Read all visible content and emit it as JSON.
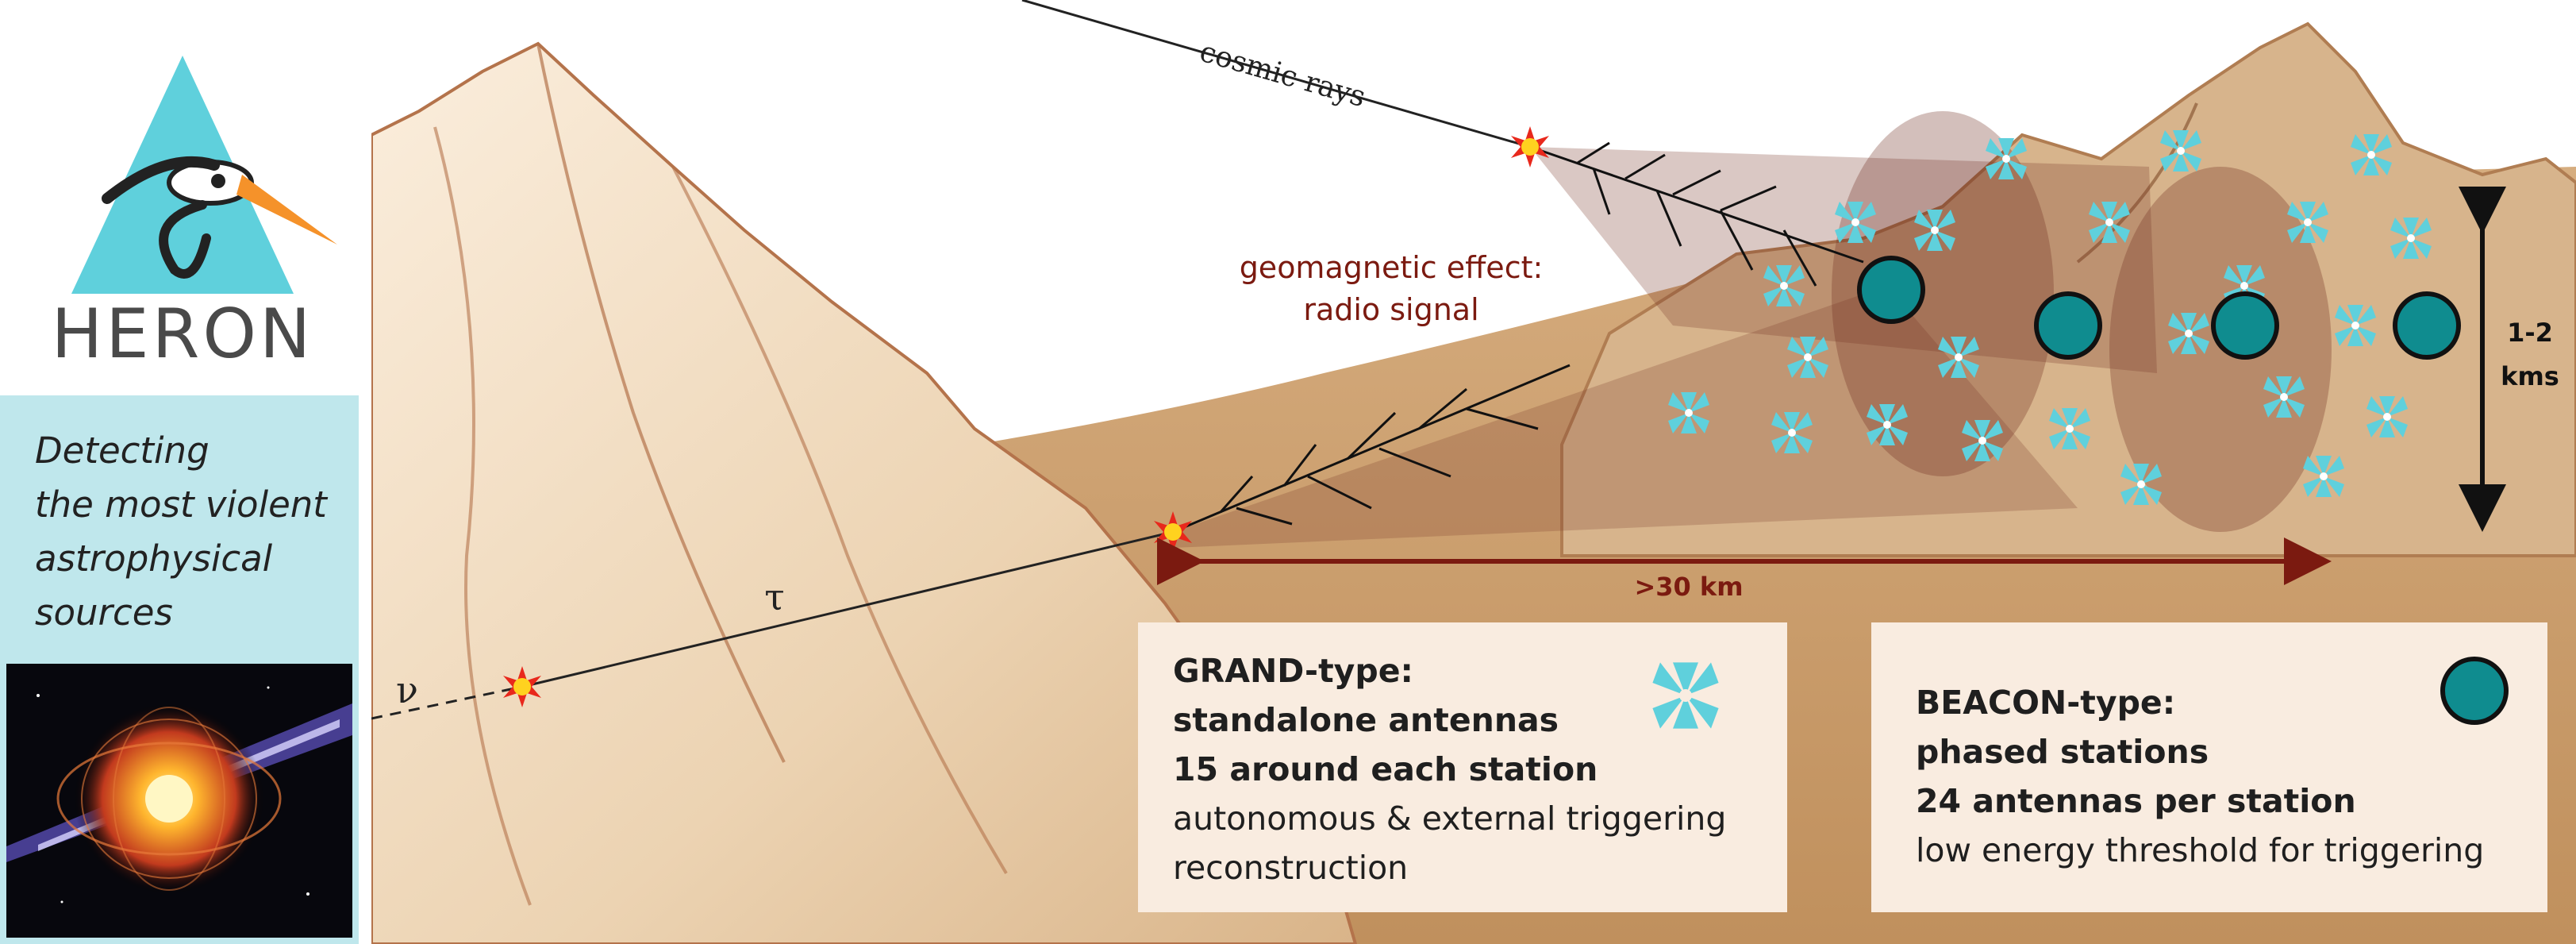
{
  "logo": {
    "text": "HERON"
  },
  "tagline": [
    "Detecting",
    "the most violent",
    "astrophysical",
    "sources"
  ],
  "labels": {
    "cosmic_rays": "cosmic rays",
    "geomagnetic_1": "geomagnetic effect:",
    "geomagnetic_2": "radio signal",
    "nu": "ν",
    "tau": "τ",
    "distance": ">30 km",
    "height_1": "1-2",
    "height_2": "kms"
  },
  "legend": {
    "grand": {
      "title": "GRAND-type:",
      "line1": "standalone antennas",
      "line2": "15 around each station",
      "line3": "autonomous & external triggering",
      "line4": "reconstruction"
    },
    "beacon": {
      "title": "BEACON-type:",
      "line1": "phased stations",
      "line2": "24 antennas per station",
      "line3": "low energy threshold for triggering"
    }
  },
  "colors": {
    "accent_cyan": "#5fd0dc",
    "station_teal": "#0f8c8f",
    "dark_red": "#7b1a10",
    "sand": "#c49a6c",
    "legend_bg": "#f9ece0",
    "tagline_bg": "#bfe7ec"
  },
  "icons": {
    "grand_antenna": "butterfly-antenna-icon",
    "beacon_station": "station-circle-icon",
    "interaction": "starburst-icon"
  }
}
